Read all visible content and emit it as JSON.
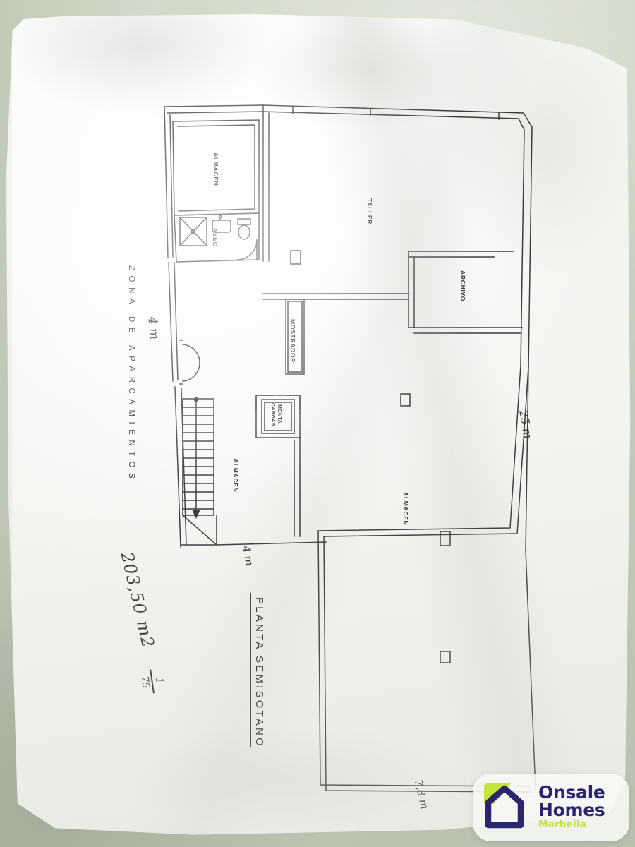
{
  "document": {
    "type": "architectural-floor-plan",
    "title": "PLANTA SEMISOTANO",
    "zone_label": "ZONA DE APARCAMIENTOS"
  },
  "rooms": [
    {
      "id": "almacen-top",
      "label": "ALMACEN"
    },
    {
      "id": "aseo",
      "label": "ASEO"
    },
    {
      "id": "taller",
      "label": "TALLER"
    },
    {
      "id": "archivo",
      "label": "ARCHIVO"
    },
    {
      "id": "mostrador",
      "label": "MOSTRADOR"
    },
    {
      "id": "monta-cargas-1",
      "label": "MONTA"
    },
    {
      "id": "monta-cargas-2",
      "label": "CARGAS"
    },
    {
      "id": "almacen-mid",
      "label": "ALMACEN"
    },
    {
      "id": "almacen-right",
      "label": "ALMACEN"
    }
  ],
  "handwriting": {
    "area": "203,50 m2",
    "scale_numerator": "1",
    "scale_denominator": "75",
    "note_left": "4 m",
    "note_right": "25 m",
    "note_lower_left": "4 m",
    "note_bottom": "7,8 m"
  },
  "watermark": {
    "line1": "Onsale",
    "line2": "Homes",
    "line3": "Marbella",
    "brand_color": "#2b2570",
    "accent_color": "#c3e33d",
    "icon": "house-outline-icon"
  },
  "colors": {
    "background": "#cfd6c6",
    "paper": "#fbfbfa",
    "ink": "#2d2f31"
  }
}
